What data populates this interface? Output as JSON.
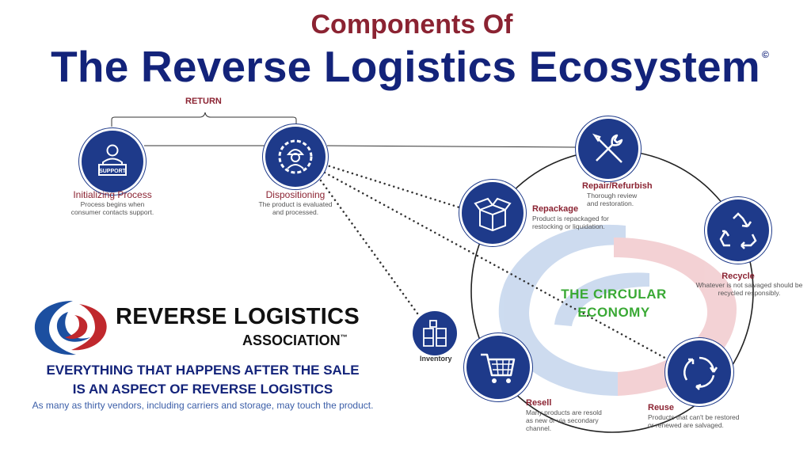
{
  "header": {
    "title_top": "Components Of",
    "title_main": "The Reverse Logistics Ecosystem",
    "copyright_mark": "©"
  },
  "diagram": {
    "return_label": "RETURN",
    "circular_economy_line1": "THE  CIRCULAR",
    "circular_economy_line2": "ECONOMY",
    "nodes": {
      "initializing": {
        "title": "Initializing Process",
        "desc": [
          "Process begins when",
          "consumer contacts support."
        ],
        "icon": "support-agent-icon",
        "icon_text": "SUPPORT"
      },
      "dispositioning": {
        "title": "Dispositioning",
        "desc": [
          "The product is evaluated",
          "and processed."
        ],
        "icon": "worker-gear-icon"
      },
      "repair": {
        "title": "Repair/Refurbish",
        "desc": [
          "Thorough review",
          "and restoration."
        ],
        "icon": "wrench-screwdriver-icon"
      },
      "repackage": {
        "title": "Repackage",
        "desc": [
          "Product is repackaged for",
          "restocking or liquidation."
        ],
        "icon": "open-box-icon"
      },
      "recycle": {
        "title": "Recycle",
        "desc": [
          "Whatever is not salvaged should be",
          "recycled responsibly."
        ],
        "icon": "recycle-icon"
      },
      "inventory": {
        "title": "Inventory",
        "icon": "stacked-boxes-icon"
      },
      "resell": {
        "title": "Resell",
        "desc": [
          "Many products are resold",
          "as new or via secondary",
          "channel."
        ],
        "icon": "shopping-cart-icon"
      },
      "reuse": {
        "title": "Reuse",
        "desc": [
          "Products that can't be restored",
          "or renewed are salvaged."
        ],
        "icon": "reuse-arrows-icon"
      }
    }
  },
  "branding": {
    "name": "REVERSE LOGISTICS",
    "association": "ASSOCIATION",
    "trademark": "™",
    "tagline_line1": "EVERYTHING THAT HAPPENS AFTER THE SALE",
    "tagline_line2": "IS AN ASPECT OF REVERSE LOGISTICS",
    "tagline_line3": "As many as thirty vendors, including carriers and storage, may touch the product."
  },
  "colors": {
    "navy": "#13237a",
    "icon_blue": "#1e3a8a",
    "maroon": "#8b2332",
    "green": "#3aa935",
    "logo_red": "#c0282d",
    "logo_blue": "#1c4fa0"
  }
}
